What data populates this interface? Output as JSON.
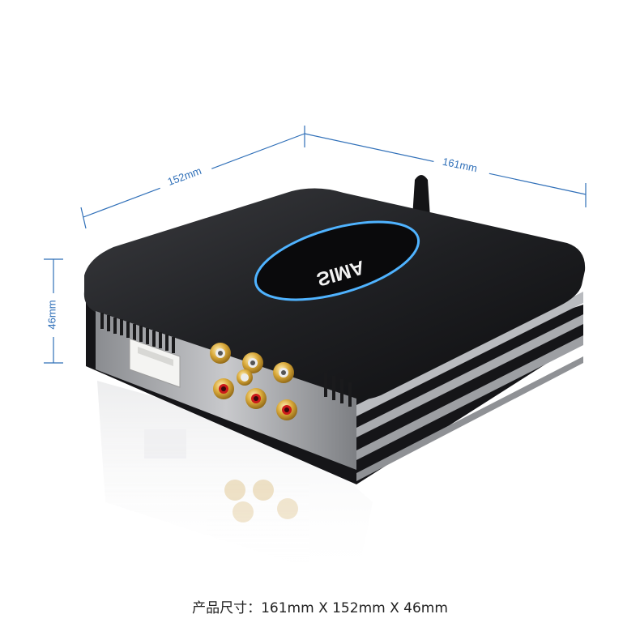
{
  "dimensions": {
    "depth_label": "152mm",
    "width_label": "161mm",
    "height_label": "46mm"
  },
  "product": {
    "brand_logo_text": "SIMA",
    "accent_color": "#4fb3ff",
    "body_color": "#1e1f22",
    "connector_color": "#c99a2e"
  },
  "caption": {
    "text": "产品尺寸：161mm X 152mm X 46mm"
  }
}
